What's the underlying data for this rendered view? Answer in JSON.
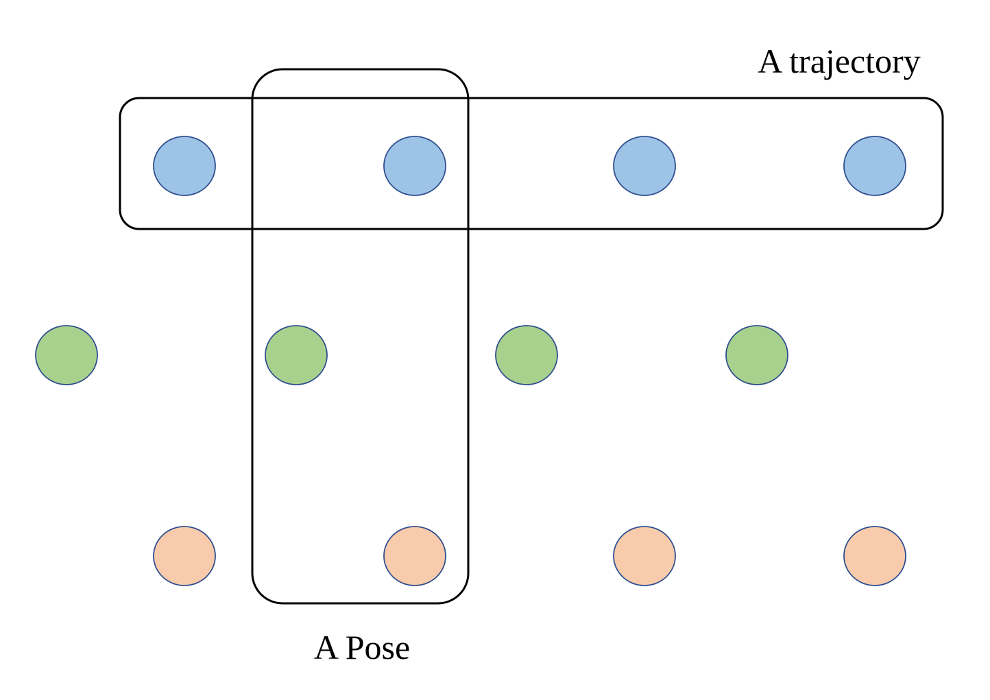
{
  "labels": {
    "trajectory": "A trajectory",
    "pose": "A Pose"
  },
  "colors": {
    "blue": "#9DC3E6",
    "green": "#A9D18E",
    "orange": "#F8CBAD",
    "outline": "#2F4F8F",
    "box": "#000000"
  },
  "rows": [
    {
      "name": "blue",
      "color_key": "blue",
      "count": 4
    },
    {
      "name": "green",
      "color_key": "green",
      "count": 4
    },
    {
      "name": "orange",
      "color_key": "orange",
      "count": 4
    }
  ],
  "groups": [
    {
      "name": "trajectory",
      "label_key": "trajectory",
      "covers": "first row of nodes"
    },
    {
      "name": "pose",
      "label_key": "pose",
      "covers": "second node of each row"
    }
  ]
}
